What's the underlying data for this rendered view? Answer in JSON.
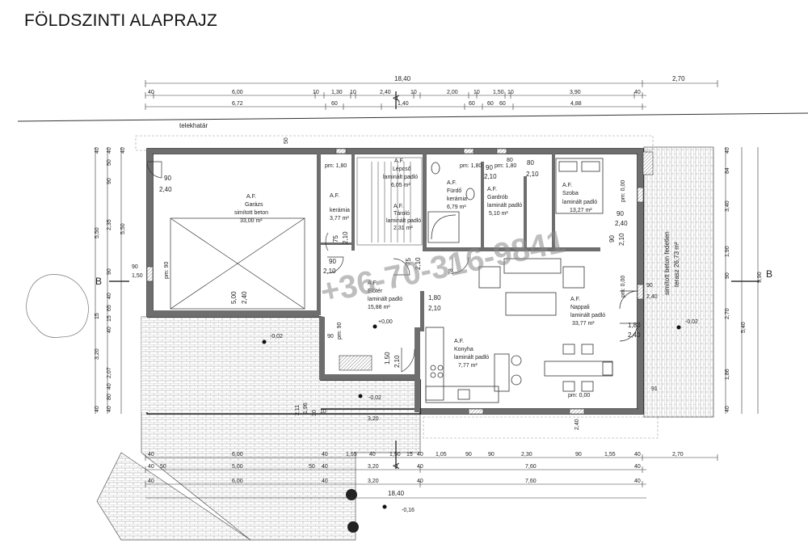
{
  "title": "FÖLDSZINTI ALAPRAJZ",
  "boundary_label": "telekhatár",
  "watermark": "+36-70-316-9841",
  "section_labels": {
    "a_top": "A",
    "a_bottom": "A",
    "b_left": "B",
    "b_right": "B"
  },
  "terrace_label_1": "simított beton fedetlen",
  "terrace_label_2": "terasz 26,73 m²",
  "top_dims": {
    "total": "18,40",
    "right": "2,70",
    "row2": [
      "40",
      "6,00",
      "10",
      "1,30",
      "10",
      "2,40",
      "10",
      "2,00",
      "10",
      "1,50",
      "10",
      "3,90",
      "40"
    ],
    "row3": [
      "6,72",
      "60",
      "1,40",
      "60",
      "60",
      "60",
      "4,88"
    ]
  },
  "bottom_dims": {
    "row1": [
      "40",
      "6,00",
      "40",
      "1,55",
      "40",
      "1,50",
      "15",
      "40",
      "1,05",
      "90",
      "90",
      "2,30",
      "90",
      "1,55",
      "40",
      "2,70"
    ],
    "row2": [
      "40",
      "50",
      "5,00",
      "50",
      "40",
      "3,20",
      "40",
      "7,60",
      "40"
    ],
    "row3": [
      "40",
      "6,00",
      "40",
      "3,20",
      "40",
      "7,60",
      "40"
    ],
    "total": "18,40"
  },
  "left_dims": {
    "outer": [
      "40",
      "5,50",
      "15",
      "3,20",
      "40"
    ],
    "inner": [
      "40",
      "50",
      "90",
      "2,35",
      "90",
      "40",
      "65",
      "15",
      "40",
      "2,07",
      "40",
      "80",
      "40"
    ],
    "col3": [
      "40",
      "5,50"
    ]
  },
  "right_dims": {
    "outer": [
      "40",
      "84",
      "3,40",
      "1,90",
      "90",
      "2,70",
      "1,86",
      "40"
    ],
    "total": "9,90",
    "total2": "5,40"
  },
  "rooms": {
    "garage": {
      "code": "A.F.",
      "name": "Garázs",
      "floor": "simított beton",
      "area": "33,00 m²"
    },
    "stairs": {
      "code": "A.F.",
      "name": "Lépcső",
      "floor": "laminált padló",
      "area": "6,05 m²"
    },
    "wc": {
      "code": "A.F.",
      "name": "kerámia",
      "area": "3,77 m²"
    },
    "bath": {
      "code": "A.F.",
      "name": "Fürdő",
      "floor": "kerámia",
      "area": "6,79 m²"
    },
    "storage": {
      "code": "A.F.",
      "name": "Tároló",
      "floor": "laminált padló",
      "area": "2,31 m²"
    },
    "wardrobe": {
      "code": "A.F.",
      "name": "Gardrób",
      "floor": "laminált padló",
      "area": "5,10 m²"
    },
    "bedroom": {
      "code": "A.F.",
      "name": "Szoba",
      "floor": "laminált padló",
      "area": "13,27 m²"
    },
    "hall": {
      "code": "A.F.",
      "name": "Előtér",
      "floor": "laminált padló",
      "area": "15,88 m²"
    },
    "living": {
      "code": "A.F.",
      "name": "Nappali",
      "floor": "laminált padló",
      "area": "33,77 m²"
    },
    "kitchen": {
      "code": "A.F.",
      "name": "Konyha",
      "floor": "laminált padló",
      "area": "7,77 m²"
    }
  },
  "openings": {
    "garage_door_w": "90",
    "garage_door_h": "2,40",
    "garage_gate_w": "5,00",
    "garage_gate_h": "2,40",
    "side_w": "90",
    "side_h": "1,50",
    "wc_w": "75",
    "wc_h": "2,10",
    "hall_door_w": "90",
    "hall_door_h": "2,10",
    "stor_w": "75",
    "stor_h": "2,10",
    "entry_w": "1,80",
    "entry_h": "2,10",
    "kit_w": "1,50",
    "kit_h": "2,10",
    "bath_w": "90",
    "bath_h": "2,10",
    "ward_w": "80",
    "ward_h": "2,10",
    "bed_w": "90",
    "bed_h": "2,40",
    "bed2_w": "90",
    "bed2_h": "2,10",
    "liv_w": "1,80",
    "liv_h": "2,40",
    "liv2_w": "90",
    "liv2_h": "2,40"
  },
  "levels": {
    "l_pm": "pm: 1,80",
    "l_pm2": "pm: 1,80",
    "l_pm3": "pm: 1,80",
    "l_pm0": "pm: 0,00",
    "l_pm00": "pm: 0,00",
    "l_pm000": "pm: 0,00",
    "l_pm90": "pm: 90",
    "l_pm90b": "pm: 90",
    "l_plus0": "+0,00",
    "l_m002": "-0,02",
    "l_m002b": "-0,02",
    "l_m002c": "-0,02",
    "l_m016": "-0,16"
  },
  "misc": {
    "n60": "60",
    "n40": "40",
    "n80": "80",
    "n78": "78",
    "n90": "90",
    "n10": "10",
    "n30": "30",
    "n1_96": "1,96",
    "n2_11": "2,11",
    "n91": "91",
    "n2_10": "2,10",
    "n2_40": "2,40",
    "n3_20": "3,20",
    "n50": "50"
  }
}
